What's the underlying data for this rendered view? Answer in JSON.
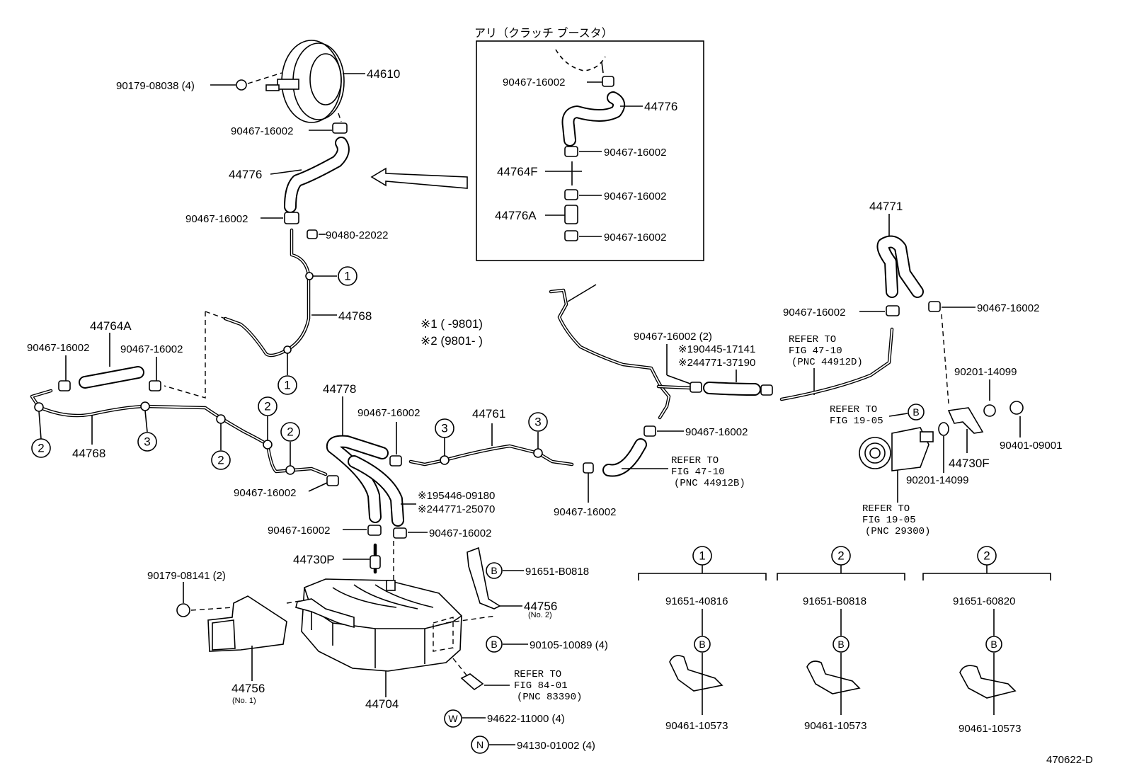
{
  "inset": {
    "title": "アリ（クラッチ ブースタ）",
    "parts": {
      "clamp_top": "90467-16002",
      "hose": "44776",
      "clamp_mid1": "90467-16002",
      "tee": "44764F",
      "clamp_mid2": "90467-16002",
      "hose_a": "44776A",
      "clamp_bottom": "90467-16002"
    }
  },
  "notes": {
    "n1": "※1 (      -9801)",
    "n2": "※2 (9801-      )"
  },
  "booster": {
    "booster": "44610",
    "nut": "90179-08038 (4)",
    "clamp1": "90467-16002",
    "hose": "44776",
    "clamp2": "90467-16002",
    "grommet": "90480-22022",
    "tube": "44768"
  },
  "left": {
    "hose_a": "44764A",
    "clamp_left": "90467-16002",
    "clamp_right": "90467-16002",
    "tube": "44768",
    "clamp_lower": "90467-16002"
  },
  "center": {
    "hose": "44778",
    "clamp_a": "90467-16002",
    "alt1": "※195446-09180",
    "alt2": "※244771-25070",
    "clamp_b": "90467-16002",
    "clamp_c": "90467-16002",
    "valve": "44730P",
    "tube": "44761",
    "clamp_d": "90467-16002",
    "clamp_e": "90467-16002",
    "clamp_f": "90467-16002"
  },
  "refers": {
    "r1": [
      "REFER TO",
      "FIG 47-10",
      "(PNC 44912B)"
    ],
    "r2": [
      "REFER TO",
      "FIG 47-10",
      "(PNC 44912D)"
    ],
    "r3": [
      "REFER TO",
      "FIG 19-05"
    ],
    "r4": [
      "REFER TO",
      "FIG 19-05",
      "(PNC 29300)"
    ],
    "r5": [
      "REFER TO",
      "FIG 84-01",
      "(PNC 83390)"
    ]
  },
  "right": {
    "clamp2": "90467-16002 (2)",
    "alt1": "※190445-17141",
    "alt2": "※244771-37190",
    "hose": "44771",
    "clamp_a": "90467-16002",
    "clamp_b": "90467-16002",
    "washer1": "90201-14099",
    "washer2": "90201-14099",
    "plug": "90401-09001",
    "valve": "44730F"
  },
  "tank": {
    "tank": "44704",
    "nut": "90179-08141 (2)",
    "bracket1": "44756",
    "bracket1_no": "(No. 1)",
    "bracket2": "44756",
    "bracket2_no": "(No. 2)",
    "clamp_b": "91651-B0818",
    "bolt": "90105-10089 (4)",
    "washer": "94622-11000 (4)",
    "nut2": "94130-01002 (4)"
  },
  "markers": {
    "m1": "1",
    "m2": "2",
    "m3": "3",
    "B": "B",
    "W": "W",
    "N": "N"
  },
  "details": [
    {
      "marker": "1",
      "clamp": "91651-40816",
      "bolt_marker": "B",
      "bolt": "90461-10573"
    },
    {
      "marker": "2",
      "clamp": "91651-B0818",
      "bolt_marker": "B",
      "bolt": "90461-10573"
    },
    {
      "marker": "2",
      "clamp": "91651-60820",
      "bolt_marker": "B",
      "bolt": "90461-10573"
    }
  ],
  "drawing_id": "470622-D"
}
